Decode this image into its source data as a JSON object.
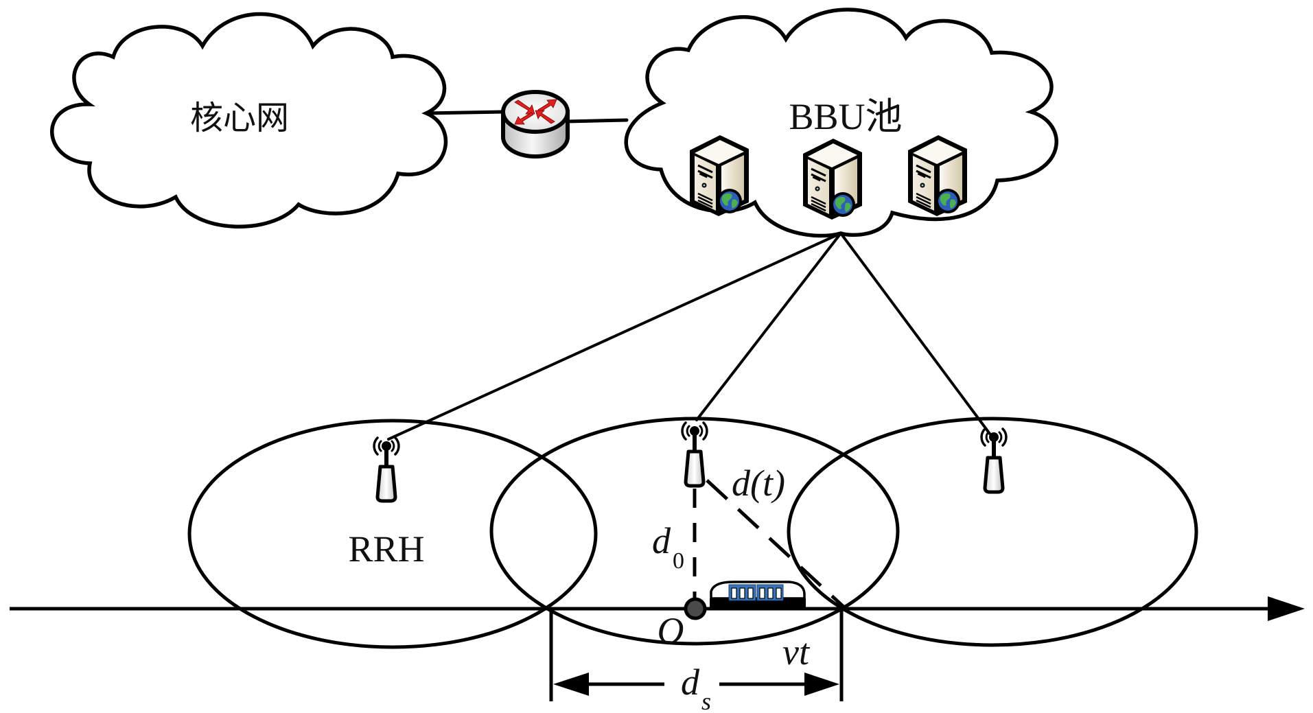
{
  "diagram": {
    "core_network": {
      "label": "核心网",
      "icon": "cloud-icon"
    },
    "router": {
      "icon": "router-icon",
      "arrow_color": "#e02020"
    },
    "bbu_pool": {
      "label": "BBU池",
      "icon": "cloud-icon",
      "servers": [
        {
          "icon": "server-icon",
          "badge_icon": "globe-icon"
        },
        {
          "icon": "server-icon",
          "badge_icon": "globe-icon"
        },
        {
          "icon": "server-icon",
          "badge_icon": "globe-icon"
        }
      ]
    },
    "cells": [
      {
        "antenna_icon": "antenna-icon",
        "coverage": "ellipse",
        "label": "RRH"
      },
      {
        "antenna_icon": "antenna-icon",
        "coverage": "ellipse"
      },
      {
        "antenna_icon": "antenna-icon",
        "coverage": "ellipse"
      }
    ],
    "train": {
      "icon": "train-icon",
      "window_color": "#3a74b8"
    },
    "origin": {
      "label": "O"
    },
    "labels": {
      "d0_main": "d",
      "d0_sub": "0",
      "dt": "d(t)",
      "vt": "vt",
      "ds_main": "d",
      "ds_sub": "s"
    },
    "colors": {
      "line": "#000000",
      "background": "#ffffff",
      "origin_dot": "#4a4a4a",
      "server_body": "#f1ede0",
      "globe_ocean": "#2d5fb8",
      "globe_land": "#4caf50"
    }
  }
}
